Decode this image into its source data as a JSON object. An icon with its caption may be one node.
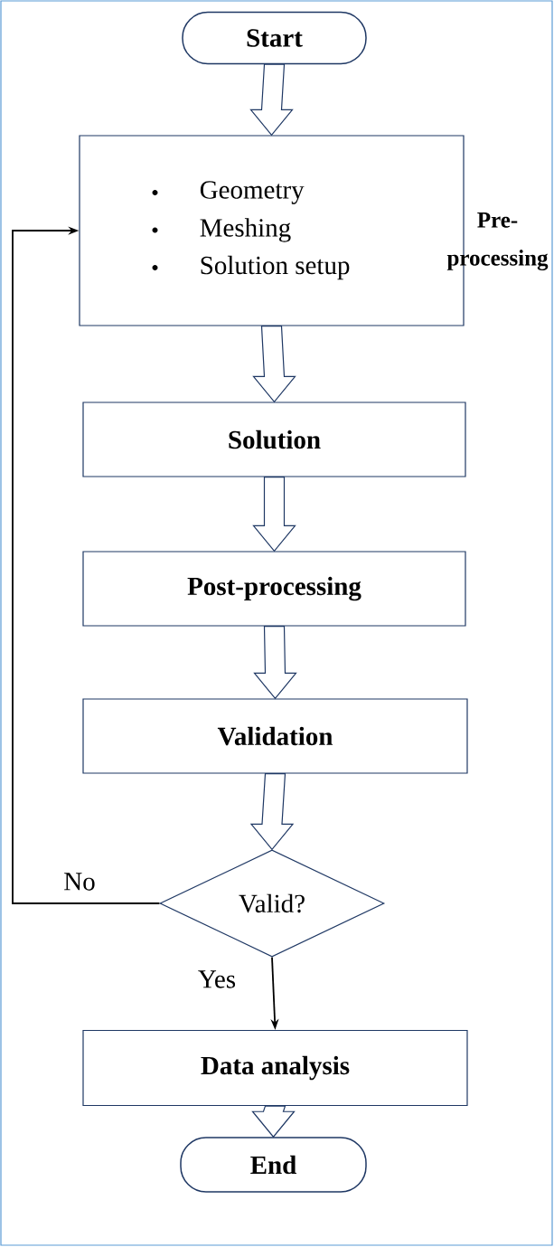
{
  "diagram": {
    "nodes": [
      {
        "text": [
          "Start"
        ]
      },
      {
        "text": [
          "Geometry",
          "Meshing",
          "Solution setup",
          "Pre-processing"
        ]
      },
      {
        "text": [
          "Solution"
        ]
      },
      {
        "text": [
          "Post-processing"
        ]
      },
      {
        "text": [
          "Validation"
        ]
      },
      {
        "text": [
          "Valid?"
        ]
      },
      {
        "text": [
          "Data analysis"
        ]
      },
      {
        "text": [
          "End"
        ]
      }
    ],
    "edges": [
      {
        "from": 0,
        "to": 1,
        "arrow": "to"
      },
      {
        "from": 1,
        "to": 2,
        "arrow": "to"
      },
      {
        "from": 2,
        "to": 3,
        "arrow": "to"
      },
      {
        "from": 3,
        "to": 4,
        "arrow": "to"
      },
      {
        "from": 4,
        "to": 5,
        "arrow": "to"
      },
      {
        "from": 5,
        "to": 1,
        "arrow": "to",
        "label": "No",
        "color": "#000000"
      },
      {
        "from": 5,
        "to": 6,
        "arrow": "to",
        "label": "Yes",
        "color": "#000000"
      },
      {
        "from": 6,
        "to": 7,
        "arrow": "to"
      }
    ]
  }
}
